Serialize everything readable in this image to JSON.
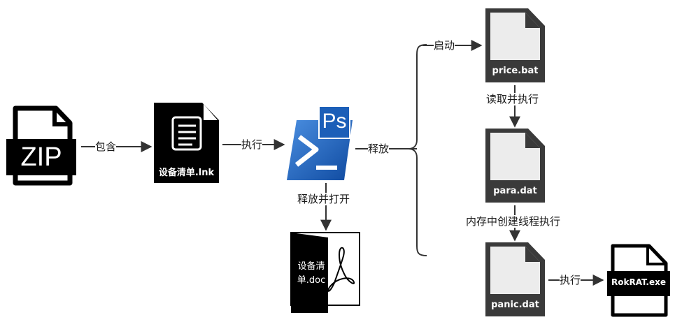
{
  "nodes": {
    "zip": {
      "label": "ZIP",
      "icon": "zip-file-icon"
    },
    "lnk": {
      "label": "设备清单.lnk",
      "icon": "shortcut-file-icon"
    },
    "powershell": {
      "logo_text": "Ps",
      "icon": "powershell-icon"
    },
    "doc": {
      "label_line1": "设备清",
      "label_line2": "单.doc",
      "icon": "pdf-document-icon"
    },
    "price": {
      "label": "price.bat",
      "icon": "file-icon"
    },
    "para": {
      "label": "para.dat",
      "icon": "file-icon"
    },
    "panic": {
      "label": "panic.dat",
      "icon": "file-icon"
    },
    "rokrat": {
      "label": "RokRAT.exe",
      "icon": "executable-file-icon"
    }
  },
  "edges": {
    "contains": "包含",
    "execute1": "执行",
    "release_open": "释放并打开",
    "release": "释放",
    "launch": "启动",
    "read_exec": "读取并执行",
    "mem_thread": "内存中创建线程执行",
    "execute2": "执行"
  },
  "colors": {
    "ink": "#000000",
    "file_dark": "#3a3a3a",
    "file_light": "#ececec",
    "ps_blue": "#1c5fb8",
    "arrow": "#333333"
  }
}
